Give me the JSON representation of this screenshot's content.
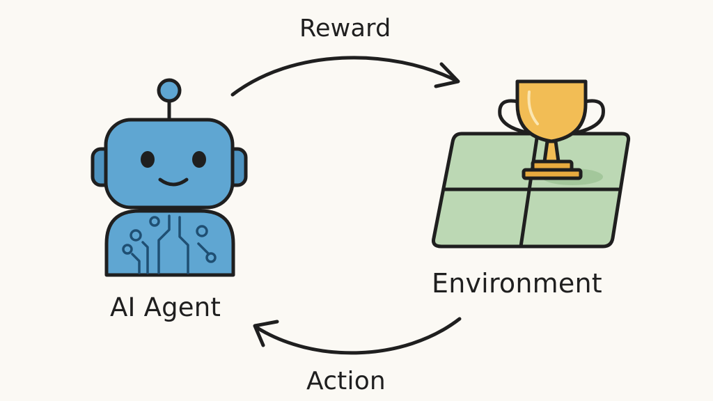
{
  "labels": {
    "reward": "Reward",
    "agent": "AI Agent",
    "environment": "Environment",
    "action": "Action"
  },
  "icons": {
    "agent": "robot-icon",
    "environment": "grid-board-icon",
    "reward_symbol": "trophy-icon"
  },
  "colors": {
    "background": "#fbf9f4",
    "robot": "#5fa6d2",
    "robot_shade": "#4e93c0",
    "board": "#bcd8b4",
    "trophy": "#f2bd55",
    "outline": "#1f1f1f"
  }
}
